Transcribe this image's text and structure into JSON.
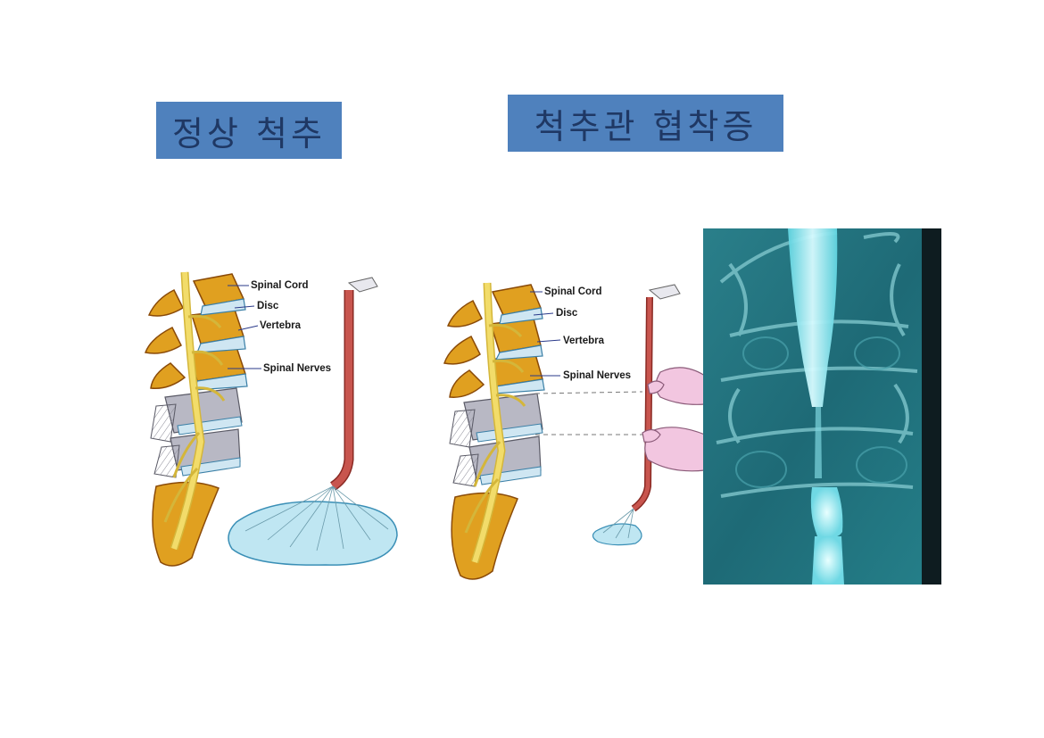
{
  "slide": {
    "title_normal": "정상 척추",
    "title_stenosis": "척추관 협착증"
  },
  "normal_diagram": {
    "labels": {
      "spinal_cord": "Spinal Cord",
      "disc": "Disc",
      "vertebra": "Vertebra",
      "spinal_nerves": "Spinal Nerves"
    }
  },
  "stenosis_diagram": {
    "labels": {
      "spinal_cord": "Spinal Cord",
      "disc": "Disc",
      "vertebra": "Vertebra",
      "spinal_nerves": "Spinal Nerves"
    }
  },
  "colors": {
    "title_box": "#4f81bd",
    "title_text": "#1f3864",
    "bone": "#e0a020",
    "disc": "#cfe6f2",
    "nerve": "#f2dc6a",
    "gray_vertebra": "#b8b8c4",
    "hose": "#c8554e",
    "water": "#bfe6f2",
    "xray": "#1e6e78"
  }
}
